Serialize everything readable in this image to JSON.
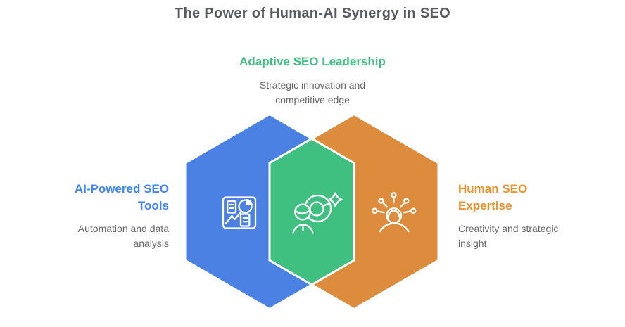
{
  "title": "The Power of Human-AI Synergy in SEO",
  "colors": {
    "blue": "#4B81E3",
    "green": "#3FBF80",
    "orange": "#DD8B3C",
    "blue_heading": "#4285F4",
    "green_heading": "#3EC284",
    "orange_heading": "#EC9130",
    "title_text": "#58595B",
    "body_text": "#666666",
    "outline": "#FFFFFF"
  },
  "sections": {
    "left": {
      "heading": "AI-Powered SEO\nTools",
      "description": "Automation and data\nanalysis",
      "icon": "dashboard-analytics-icon"
    },
    "center": {
      "heading": "Adaptive SEO Leadership",
      "description": "Strategic innovation and\ncompetitive edge",
      "icon": "person-target-icon"
    },
    "right": {
      "heading": "Human SEO\nExpertise",
      "description": "Creativity and strategic\ninsight",
      "icon": "person-ideas-icon"
    }
  }
}
